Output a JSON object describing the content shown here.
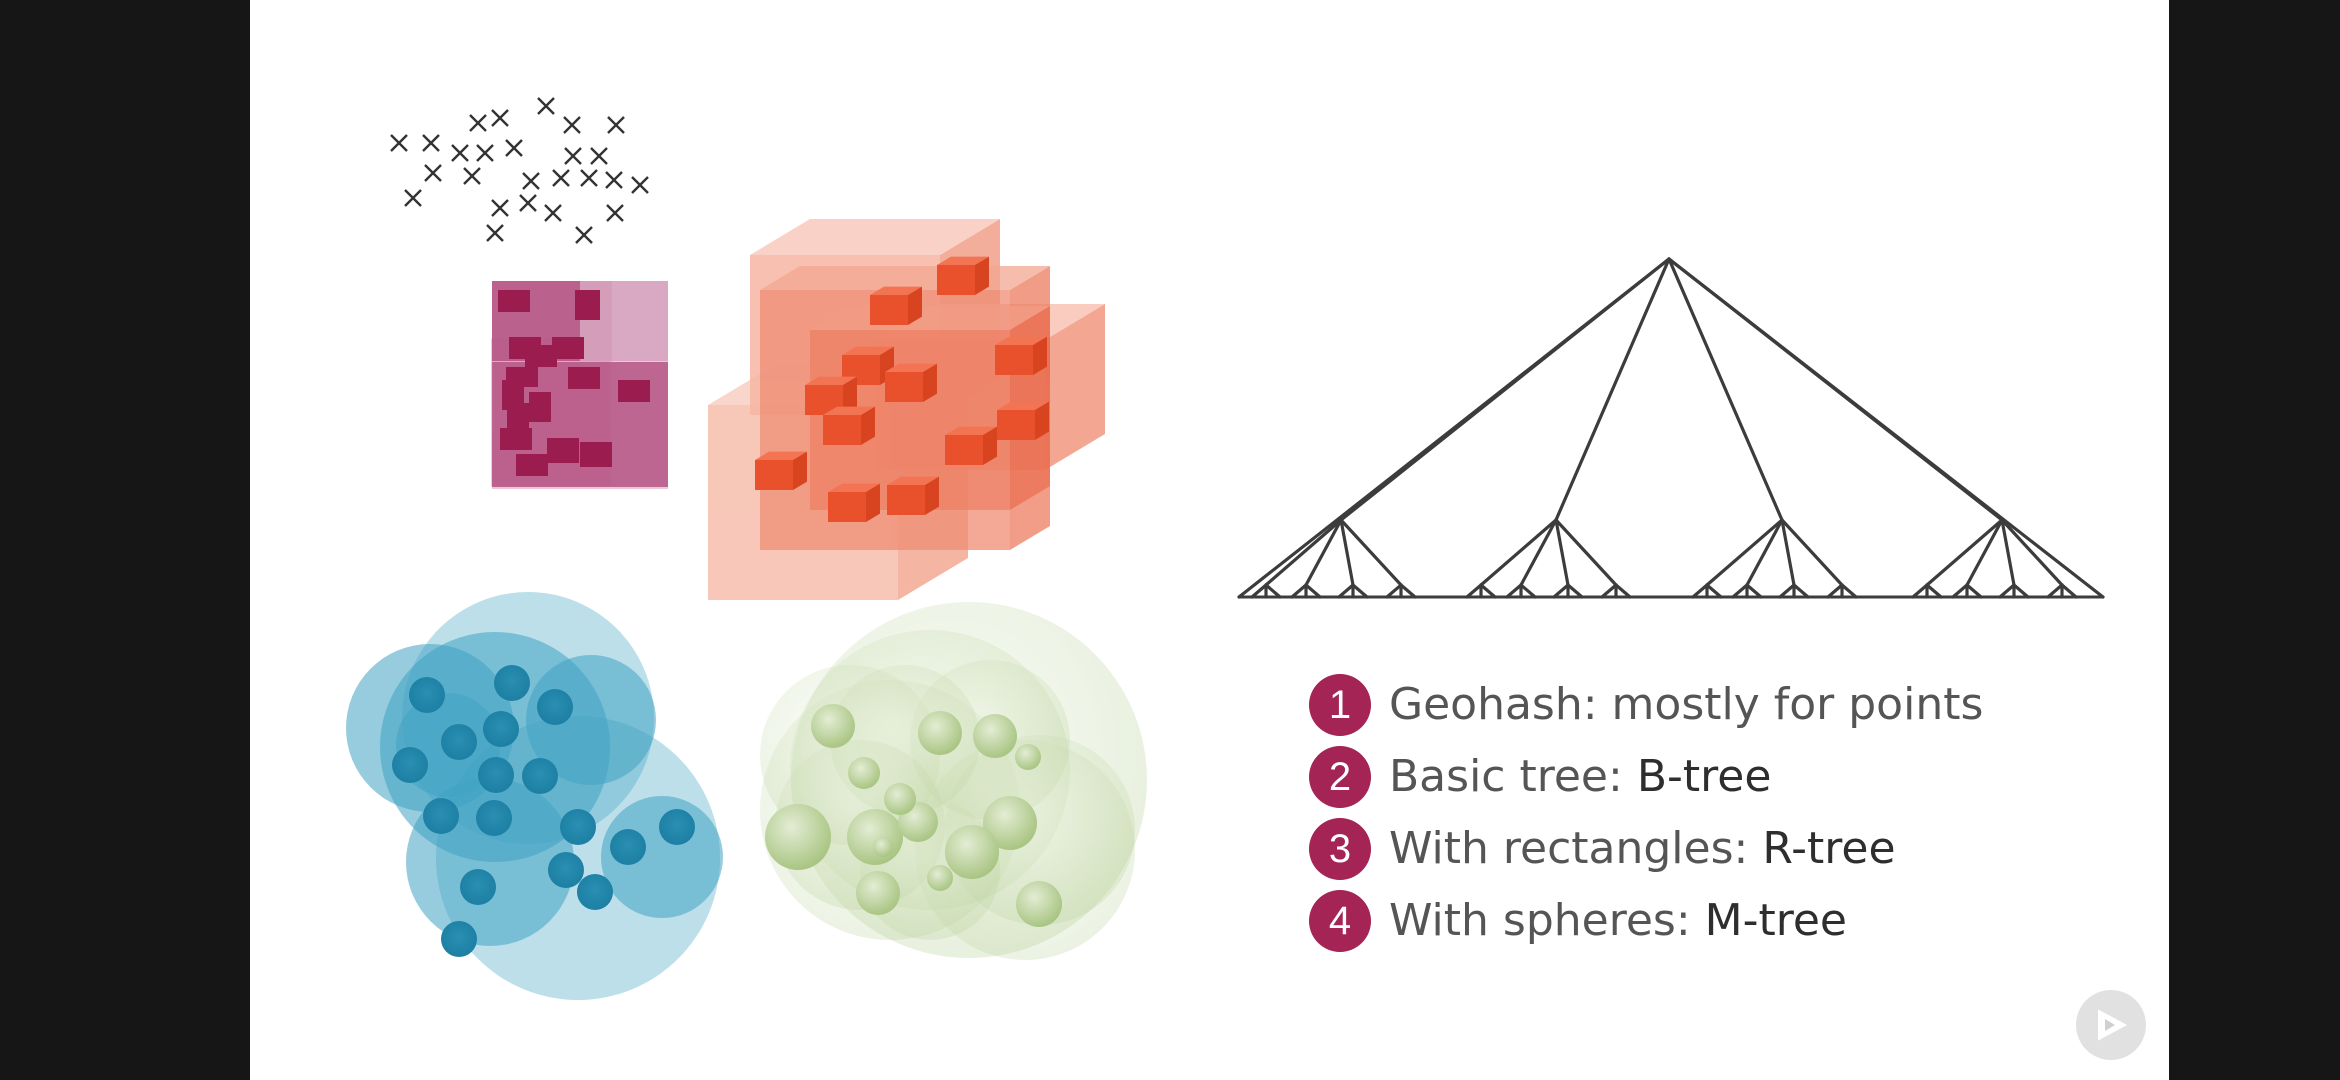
{
  "slide": {
    "legend": [
      {
        "number": "1",
        "text": "Geohash: mostly for points",
        "term": ""
      },
      {
        "number": "2",
        "text": "Basic tree: ",
        "term": "B-tree"
      },
      {
        "number": "3",
        "text": "With rectangles: ",
        "term": "R-tree"
      },
      {
        "number": "4",
        "text": "With spheres: ",
        "term": "M-tree"
      }
    ]
  },
  "player": {
    "play_icon": "play-icon"
  },
  "colors": {
    "badge": "#a32455",
    "rect_fill": "#b64f7c",
    "rect_mark": "#9b1c4f",
    "cube": "#f05a37",
    "sphere_blue": "#3fa3c3",
    "sphere_green": "#a5c47d",
    "tree_line": "#3c3c3c"
  }
}
